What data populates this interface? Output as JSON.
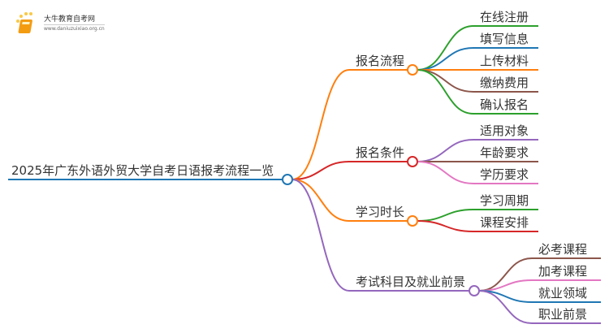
{
  "logo": {
    "title": "大牛教育自考网",
    "url": "www.daniuzuixiao.org.cn"
  },
  "root": {
    "label": "2025年广东外语外贸大学自考日语报考流程一览",
    "color": "#1f77b4"
  },
  "branches": [
    {
      "label": "报名流程",
      "color": "#ff7f0e",
      "children": [
        {
          "label": "在线注册",
          "color": "#2ca02c"
        },
        {
          "label": "填写信息",
          "color": "#1f77b4"
        },
        {
          "label": "上传材料",
          "color": "#ff7f0e"
        },
        {
          "label": "缴纳费用",
          "color": "#8c564b"
        },
        {
          "label": "确认报名",
          "color": "#2ca02c"
        }
      ]
    },
    {
      "label": "报名条件",
      "color": "#d62728",
      "children": [
        {
          "label": "适用对象",
          "color": "#9467bd"
        },
        {
          "label": "年龄要求",
          "color": "#8c564b"
        },
        {
          "label": "学历要求",
          "color": "#e377c2"
        }
      ]
    },
    {
      "label": "学习时长",
      "color": "#ff7f0e",
      "children": [
        {
          "label": "学习周期",
          "color": "#2ca02c"
        },
        {
          "label": "课程安排",
          "color": "#d62728"
        }
      ]
    },
    {
      "label": "考试科目及就业前景",
      "color": "#9467bd",
      "children": [
        {
          "label": "必考课程",
          "color": "#8c564b"
        },
        {
          "label": "加考课程",
          "color": "#e377c2"
        },
        {
          "label": "就业领域",
          "color": "#1f77b4"
        },
        {
          "label": "职业前景",
          "color": "#9467bd"
        }
      ]
    }
  ]
}
